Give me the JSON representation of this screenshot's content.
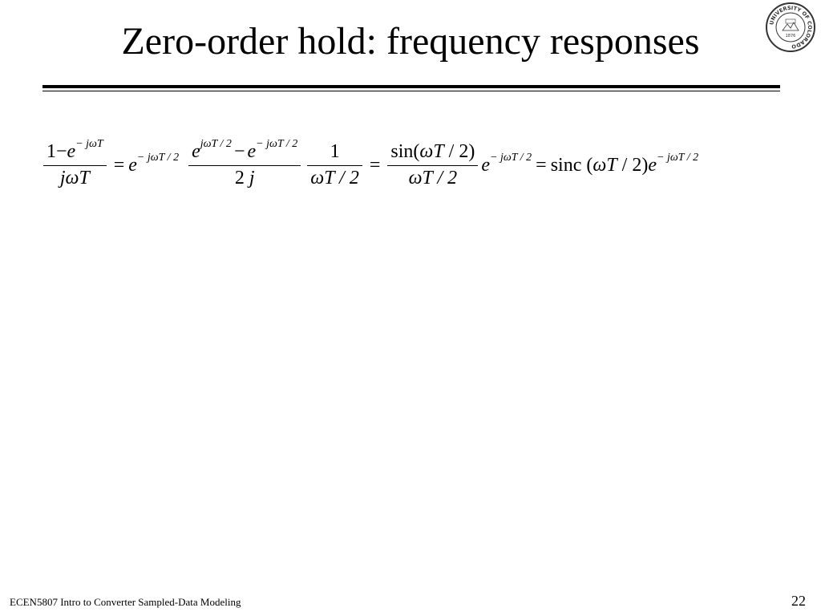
{
  "slide": {
    "title": "Zero-order hold: frequency responses",
    "page_number": "22",
    "footer": "ECEN5807 Intro to Converter Sampled-Data Modeling"
  },
  "seal": {
    "ring_text": "UNIVERSITY OF COLORADO",
    "year": "1876"
  },
  "equation": {
    "f1_num_a": "1",
    "f1_num_minus": "−",
    "f1_num_b": "e",
    "f1_num_sup": "− jωT",
    "f1_den": "jωT",
    "eq1": "=",
    "t2_base": "e",
    "t2_sup": "− jωT / 2",
    "f3_num_a": "e",
    "f3_num_a_sup": "jωT / 2",
    "f3_num_minus": "−",
    "f3_num_b": "e",
    "f3_num_b_sup": "− jωT / 2",
    "f3_den_coef": "2",
    "f3_den_var": "j",
    "f4_num": "1",
    "f4_den": "ωT / 2",
    "eq2": "=",
    "f5_num_fn": "sin(",
    "f5_num_arg": "ωT",
    "f5_num_tail": " / 2)",
    "f5_den": "ωT / 2",
    "t6_base": "e",
    "t6_sup": "− jωT / 2",
    "eq3": "=",
    "t7_fn": "sinc",
    "t7_open": " (",
    "t7_arg": "ωT",
    "t7_tail": " / 2)",
    "t7_base": "e",
    "t7_sup": "− jωT / 2"
  },
  "colors": {
    "text": "#000000",
    "background": "#ffffff"
  }
}
